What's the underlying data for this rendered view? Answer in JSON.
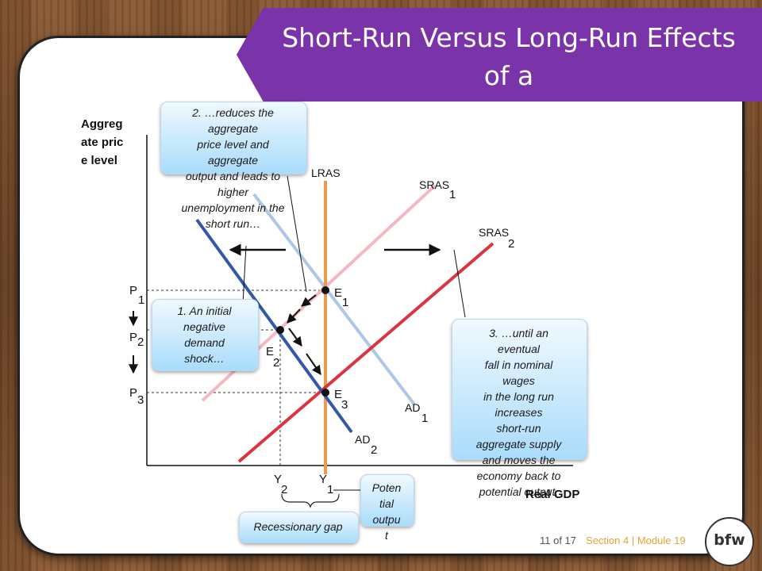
{
  "title": "Short-Run Versus Long-Run Effects of a\nNegative Demand Shock",
  "axes": {
    "y_title": "Aggregate price level",
    "x_title": "Real GDP"
  },
  "curves": {
    "lras": "LRAS",
    "sras1": {
      "base": "SRAS",
      "sub": "1"
    },
    "sras2": {
      "base": "SRAS",
      "sub": "2"
    },
    "ad1": {
      "base": "AD",
      "sub": "1"
    },
    "ad2": {
      "base": "AD",
      "sub": "2"
    }
  },
  "points": {
    "e1": {
      "base": "E",
      "sub": "1"
    },
    "e2": {
      "base": "E",
      "sub": "2"
    },
    "e3": {
      "base": "E",
      "sub": "3"
    }
  },
  "prices": {
    "p1": {
      "base": "P",
      "sub": "1"
    },
    "p2": {
      "base": "P",
      "sub": "2"
    },
    "p3": {
      "base": "P",
      "sub": "3"
    }
  },
  "outputs": {
    "y1": {
      "base": "Y",
      "sub": "1"
    },
    "y2": {
      "base": "Y",
      "sub": "2"
    }
  },
  "callouts": {
    "shock": "1. An initial\nnegative\ndemand\nshock…",
    "reduces": "2. …reduces the\naggregate\nprice level and\naggregate\noutput and leads to\nhigher\nunemployment in the\nshort run…",
    "until": "3. …until an\neventual\nfall in nominal\nwages\nin the long run\nincreases\nshort-run\naggregate supply\nand moves the\neconomy back to\npotential output.",
    "potential": "Poten\ntial\noutpu\nt",
    "gap": "Recessionary gap"
  },
  "colors": {
    "purple": "#7a33a8",
    "lras": "#ee9a4d",
    "sras1": "#f4b9c0",
    "sras2": "#dd3340",
    "ad1": "#adc8e6",
    "ad2": "#3458a8"
  },
  "footer": {
    "page": "11 of 17",
    "section": "Section 4 | Module 19"
  },
  "logo": "bfw"
}
